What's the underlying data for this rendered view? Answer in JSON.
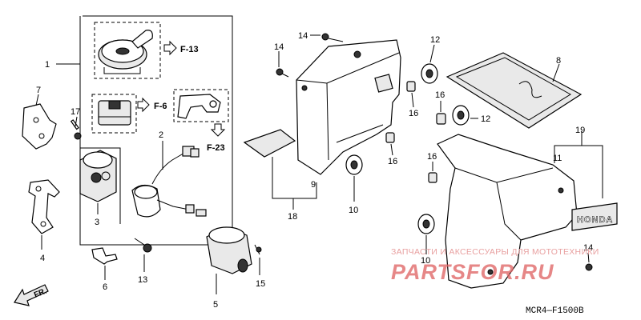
{
  "callouts": {
    "c1": "1",
    "c2": "2",
    "c3": "3",
    "c4": "4",
    "c5": "5",
    "c6": "6",
    "c7": "7",
    "c8": "8",
    "c9": "9",
    "c10a": "10",
    "c10b": "10",
    "c11": "11",
    "c12a": "12",
    "c12b": "12",
    "c13": "13",
    "c14a": "14",
    "c14b": "14",
    "c14c": "14",
    "c15": "15",
    "c16a": "16",
    "c16b": "16",
    "c16c": "16",
    "c17": "17",
    "c18": "18",
    "c19": "19"
  },
  "refs": {
    "f13": "F-13",
    "f6": "F-6",
    "f23": "F-23"
  },
  "direction_label": "FR.",
  "emblem_text": "HONDA",
  "diagram_code": "MCR4—F1500B",
  "watermark": {
    "line1": "ЗАПЧАСТИ И АКСЕССУАРЫ ДЛЯ МОТОТЕХНИКИ",
    "line2": "PARTSFOR.RU"
  },
  "colors": {
    "ink": "#000000",
    "watermark": "#e16a6a"
  }
}
